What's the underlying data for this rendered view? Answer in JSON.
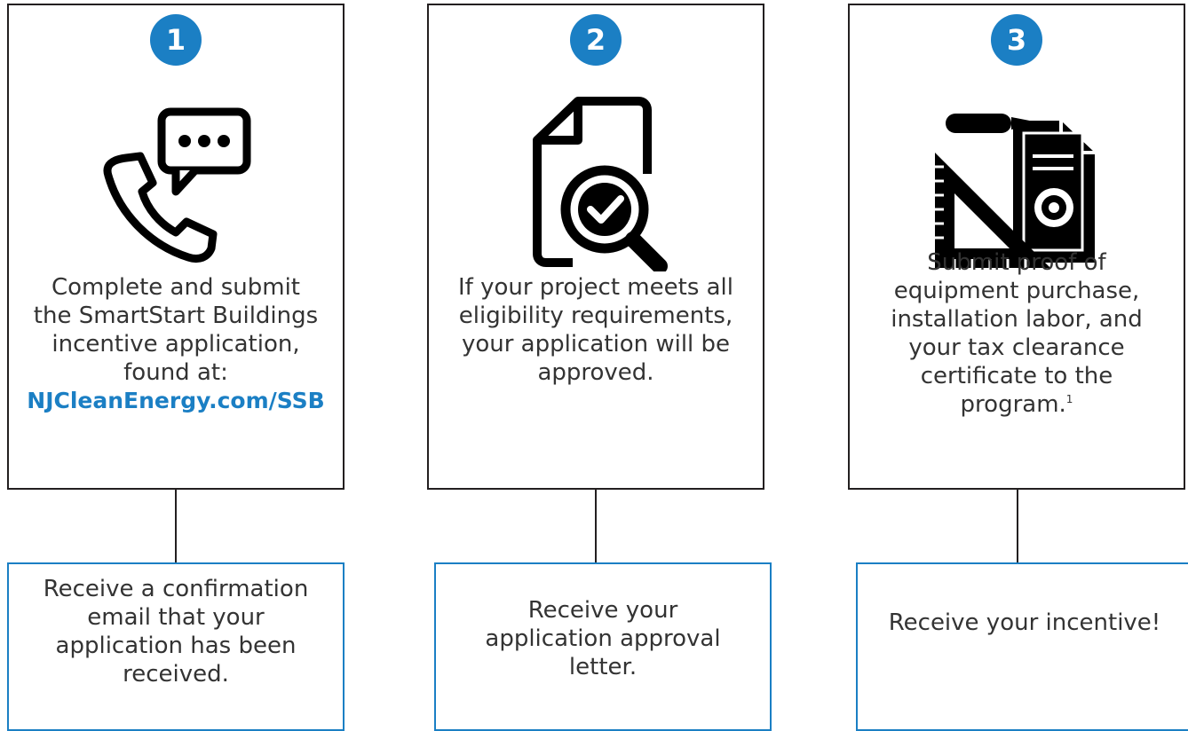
{
  "steps": [
    {
      "number": "1",
      "icon": "phone-chat-icon",
      "text": "Complete and submit\nthe SmartStart Buildings\nincentive application,\nfound at:",
      "link": "NJCleanEnergy.com/SSB",
      "result": "Receive a confirmation\nemail that your\napplication has been\nreceived."
    },
    {
      "number": "2",
      "icon": "document-search-check-icon",
      "text": "If your project meets all\neligibility requirements,\nyour application will be\napproved.",
      "result": "Receive your\napplication approval\nletter."
    },
    {
      "number": "3",
      "icon": "installation-documents-icon",
      "text": "Submit proof of\nequipment purchase,\ninstallation labor, and\nyour tax clearance\ncertificate to the\nprogram.",
      "footnote": "1",
      "result": "Receive your incentive!"
    }
  ],
  "colors": {
    "accent": "#1b7fc4",
    "border": "#231f20"
  }
}
